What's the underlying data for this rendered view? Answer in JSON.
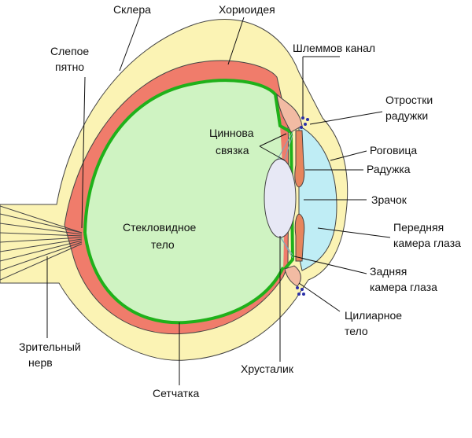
{
  "colors": {
    "sclera": "#FBF3B4",
    "choroid": "#F07C6B",
    "retina": "#1FB11A",
    "vitreous": "#CFF3C2",
    "cornea_fluid": "#BFEDF5",
    "iris": "#E7855D",
    "lens": "#E7E8F5",
    "ciliary": "#F2BBA3",
    "dots": "#2A2FA8",
    "stroke": "#444444"
  },
  "labels": {
    "sclera": "Склера",
    "choroid": "Хориоидея",
    "blind_spot_1": "Слепое",
    "blind_spot_2": "пятно",
    "schlemm": "Шлеммов канал",
    "iris_processes_1": "Отростки",
    "iris_processes_2": "радужки",
    "zinn_1": "Циннова",
    "zinn_2": "связка",
    "cornea": "Роговица",
    "iris": "Радужка",
    "pupil": "Зрачок",
    "vitreous_1": "Стекловидное",
    "vitreous_2": "тело",
    "anterior_1": "Передняя",
    "anterior_2": "камера глаза",
    "posterior_1": "Задняя",
    "posterior_2": "камера глаза",
    "ciliary_1": "Цилиарное",
    "ciliary_2": "тело",
    "optic_1": "Зрительный",
    "optic_2": "нерв",
    "lens": "Хрусталик",
    "retina": "Сетчатка"
  }
}
